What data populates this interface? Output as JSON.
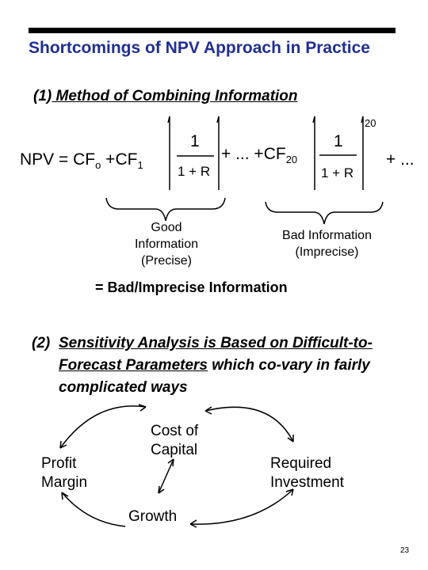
{
  "slide": {
    "title": "Shortcomings of NPV Approach in Practice",
    "section1": {
      "number": "(1)",
      "heading": " Method of Combining Information"
    },
    "equation": {
      "lhs": "NPV = CF",
      "sub_o": "o",
      "plus_cf": " +CF",
      "sub_1": "1",
      "numerator": "1",
      "denominator": "1 + R",
      "mid": "+ ... +CF",
      "sub_20": "20",
      "numerator2": "1",
      "denominator2": "1 + R",
      "exponent": "20",
      "tail": "+ ..."
    },
    "brace_labels": {
      "good": "Good Information (Precise)",
      "bad": "Bad Information (Imprecise)"
    },
    "conclusion": "= Bad/Imprecise Information",
    "section2": {
      "number": "(2)",
      "heading_underlined": " Sensitivity Analysis is Based on Difficult-to-Forecast Parameters",
      "heading_rest": " which co-vary in fairly complicated ways"
    },
    "cycle_nodes": {
      "cost_of_capital": "Cost of Capital",
      "profit_margin": "Profit Margin",
      "required_investment": "Required Investment",
      "growth": "Growth"
    },
    "page_number": "23"
  }
}
